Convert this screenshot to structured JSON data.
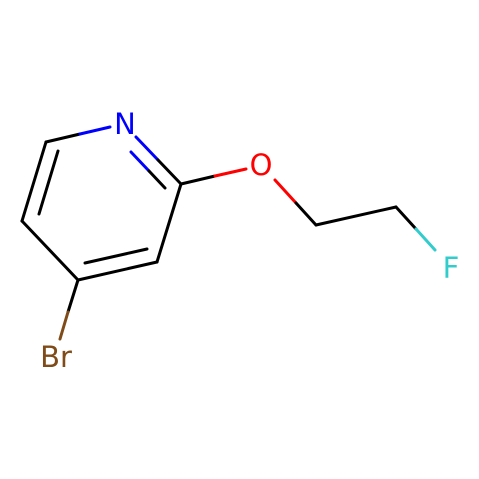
{
  "atoms": {
    "nitrogen": {
      "label": "N",
      "color": "#0000ff"
    },
    "oxygen": {
      "label": "O",
      "color": "#ff0000"
    },
    "fluorine": {
      "label": "F",
      "color": "#33cccc"
    },
    "bromine": {
      "label": "Br",
      "color": "#7f4c19"
    }
  },
  "colors": {
    "bond": "#000000",
    "background": "#ffffff"
  }
}
